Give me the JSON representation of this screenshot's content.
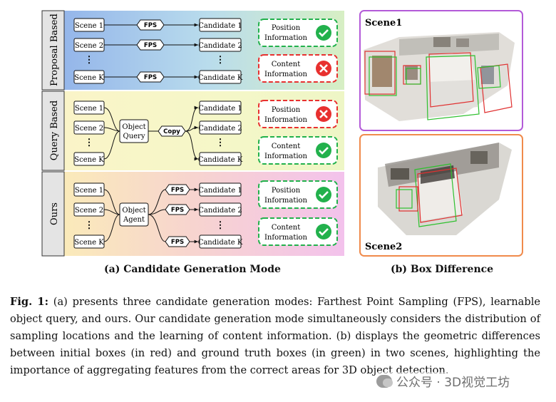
{
  "rows": [
    {
      "label": "Proposal Based",
      "scenes": [
        "Scene 1",
        "Scene 2",
        "⋮",
        "Scene K"
      ],
      "fps": [
        "FPS",
        "FPS",
        "FPS"
      ],
      "candidates": [
        "Candidate 1",
        "Candidate 2",
        "⋮",
        "Candidate K"
      ],
      "checks": [
        {
          "line1": "Position",
          "line2": "Information",
          "status": "check"
        },
        {
          "line1": "Content",
          "line2": "Information",
          "status": "cross"
        }
      ]
    },
    {
      "label": "Query Based",
      "scenes": [
        "Scene 1",
        "Scene 2",
        "⋮",
        "Scene K"
      ],
      "agent": [
        "Object",
        "Query"
      ],
      "copy": "Copy",
      "candidates": [
        "Candidate 1",
        "Candidate 2",
        "⋮",
        "Candidate K"
      ],
      "checks": [
        {
          "line1": "Position",
          "line2": "Information",
          "status": "cross"
        },
        {
          "line1": "Content",
          "line2": "Information",
          "status": "check"
        }
      ]
    },
    {
      "label": "Ours",
      "scenes": [
        "Scene 1",
        "Scene 2",
        "⋮",
        "Scene K"
      ],
      "agent": [
        "Object",
        "Agent"
      ],
      "fps": [
        "FPS",
        "FPS",
        "FPS"
      ],
      "candidates": [
        "Candidate 1",
        "Candidate 2",
        "⋮",
        "Candidate K"
      ],
      "checks": [
        {
          "line1": "Position",
          "line2": "Information",
          "status": "check"
        },
        {
          "line1": "Content",
          "line2": "Information",
          "status": "check"
        }
      ]
    }
  ],
  "scenes_panel": {
    "scene1": "Scene1",
    "scene2": "Scene2"
  },
  "subcaption_a": "(a) Candidate Generation Mode",
  "subcaption_b": "(b) Box Difference",
  "caption": {
    "label": "Fig. 1:",
    "text": " (a) presents three candidate generation modes: Farthest Point Sampling (FPS), learnable object query, and ours. Our candidate generation mode simultaneously considers the distribution of sampling locations and the learning of content information. (b) displays the geometric differences between initial boxes (in red) and ground truth boxes (in green) in two scenes, highlighting the importance of aggregating features from the correct areas for 3D object detection."
  },
  "watermark": "公众号 · 3D视觉工坊",
  "colors": {
    "check": "#22b14c",
    "cross": "#e8302f",
    "box_red": "#e03030",
    "box_green": "#2ec02e",
    "scene1_border": "#b35ad8",
    "scene2_border": "#f08a4b"
  }
}
